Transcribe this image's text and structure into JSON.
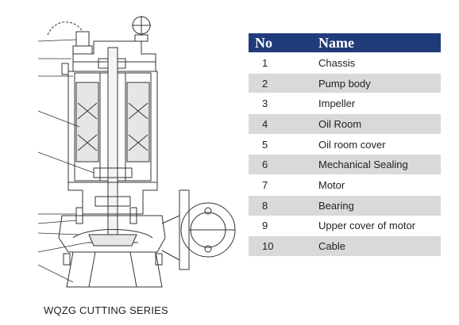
{
  "caption": "WQZG CUTTING SERIES",
  "table": {
    "headers": [
      "No",
      "Name"
    ],
    "rows": [
      {
        "no": "1",
        "name": "Chassis"
      },
      {
        "no": "2",
        "name": "Pump body"
      },
      {
        "no": "3",
        "name": "Impeller"
      },
      {
        "no": "4",
        "name": "Oil Room"
      },
      {
        "no": "5",
        "name": "Oil room cover"
      },
      {
        "no": "6",
        "name": "Mechanical Sealing"
      },
      {
        "no": "7",
        "name": "Motor"
      },
      {
        "no": "8",
        "name": "Bearing"
      },
      {
        "no": "9",
        "name": "Upper cover of motor"
      },
      {
        "no": "10",
        "name": "Cable"
      }
    ]
  },
  "colors": {
    "header_bg": "#1f3b7a",
    "row_shade": "#d9d9d9"
  }
}
